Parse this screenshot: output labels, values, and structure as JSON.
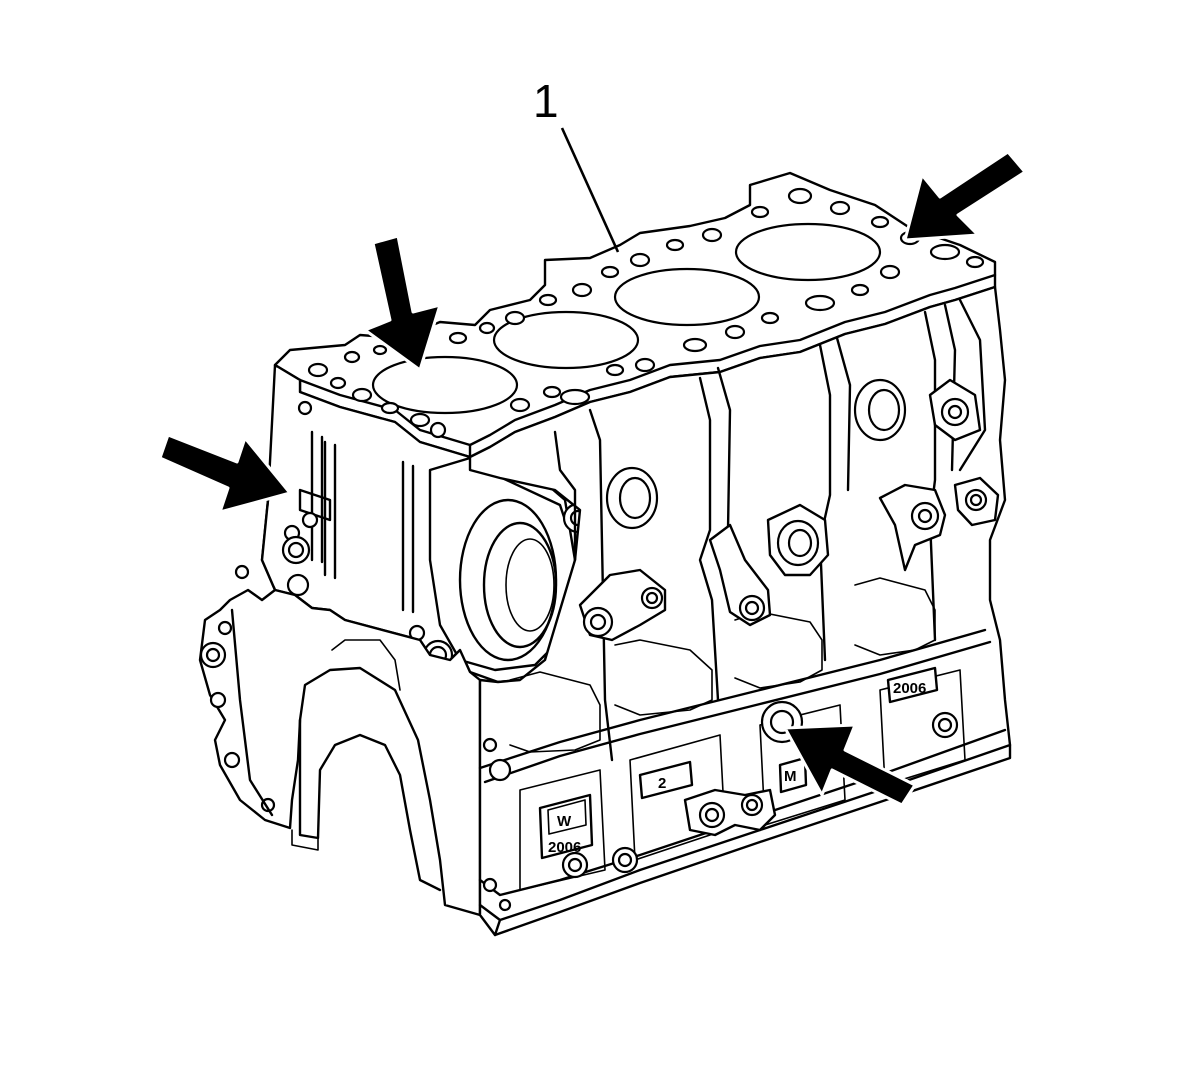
{
  "diagram": {
    "callout_label": "1",
    "stamp_left_text": "2006",
    "stamp_right_text": "2006",
    "stamp_mid_text": "2",
    "stamp_left_mark": "W",
    "stamp_right_mark": "M",
    "arrows": [
      {
        "id": "arrow-top-left",
        "target": "cylinder-1-bore"
      },
      {
        "id": "arrow-top-right",
        "target": "rear-deck"
      },
      {
        "id": "arrow-left",
        "target": "front-face"
      },
      {
        "id": "arrow-lower-right",
        "target": "side-boss"
      }
    ],
    "colors": {
      "line": "#000000",
      "background": "#ffffff"
    }
  }
}
